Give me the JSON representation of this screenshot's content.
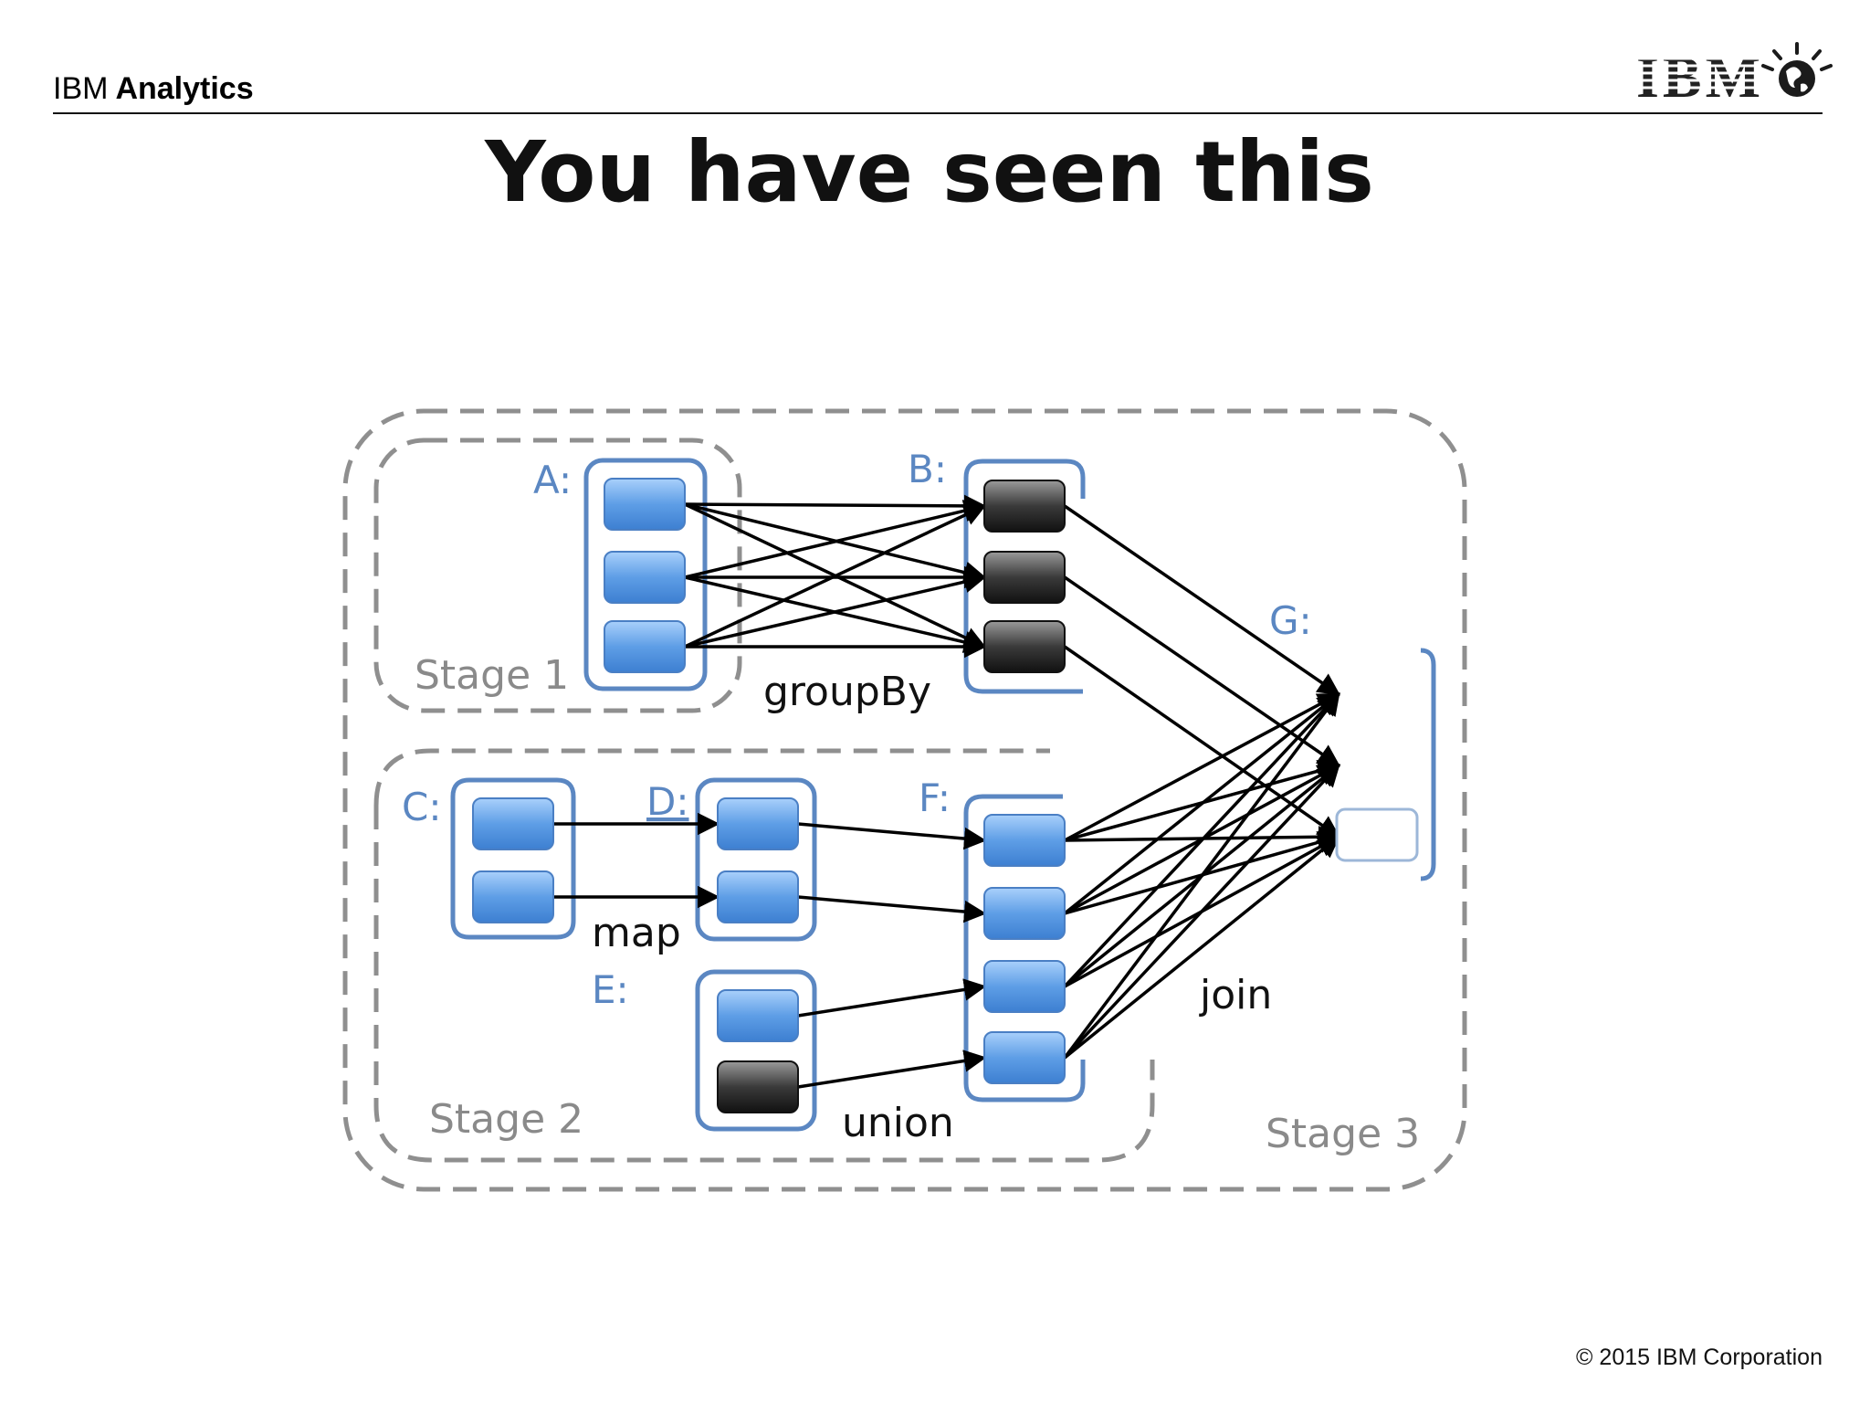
{
  "header": {
    "brand_light": "IBM",
    "brand_bold": "Analytics",
    "logo_text": "IBM"
  },
  "slide": {
    "title": "You have seen this"
  },
  "diagram": {
    "rdds": [
      {
        "id": "A",
        "label": "A:",
        "partitions": [
          "blue",
          "blue",
          "blue"
        ]
      },
      {
        "id": "B",
        "label": "B:",
        "partitions": [
          "black",
          "black",
          "black"
        ]
      },
      {
        "id": "C",
        "label": "C:",
        "partitions": [
          "blue",
          "blue"
        ]
      },
      {
        "id": "D",
        "label": "D:",
        "partitions": [
          "blue",
          "blue"
        ]
      },
      {
        "id": "E",
        "label": "E:",
        "partitions": [
          "blue",
          "black"
        ]
      },
      {
        "id": "F",
        "label": "F:",
        "partitions": [
          "blue",
          "blue",
          "blue",
          "blue"
        ]
      },
      {
        "id": "G",
        "label": "G:",
        "partitions": [
          "empty"
        ]
      }
    ],
    "operations": {
      "groupBy": "groupBy",
      "map": "map",
      "union": "union",
      "join": "join"
    },
    "stages": {
      "stage1": "Stage 1",
      "stage2": "Stage 2",
      "stage3": "Stage 3"
    },
    "colors": {
      "accent": "#5b87c2",
      "partition_blue": "#5e9ee6",
      "partition_black": "#2a2a2a",
      "stage_dash": "#8f8f8f"
    }
  },
  "footer": {
    "copyright": "© 2015 IBM Corporation"
  }
}
